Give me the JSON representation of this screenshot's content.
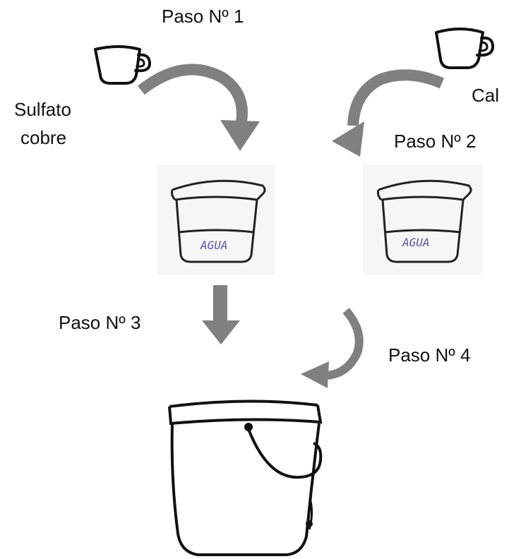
{
  "steps": {
    "step1": "Paso Nº 1",
    "step2": "Paso Nº 2",
    "step3": "Paso Nº 3",
    "step4": "Paso Nº 4"
  },
  "ingredients": {
    "left_line1": "Sulfato",
    "left_line2": "cobre",
    "right": "Cal"
  },
  "containers": {
    "left_jar_label": "AGUA",
    "right_jar_label": "AGUA"
  },
  "colors": {
    "arrow": "#808080",
    "ink": "#111111",
    "water_label": "#5a55b0",
    "panel": "#f6f6f6"
  },
  "icons": [
    "cup-icon",
    "cup-icon",
    "jar-icon",
    "jar-icon",
    "bucket-icon",
    "curved-arrow-icon",
    "down-arrow-icon"
  ]
}
